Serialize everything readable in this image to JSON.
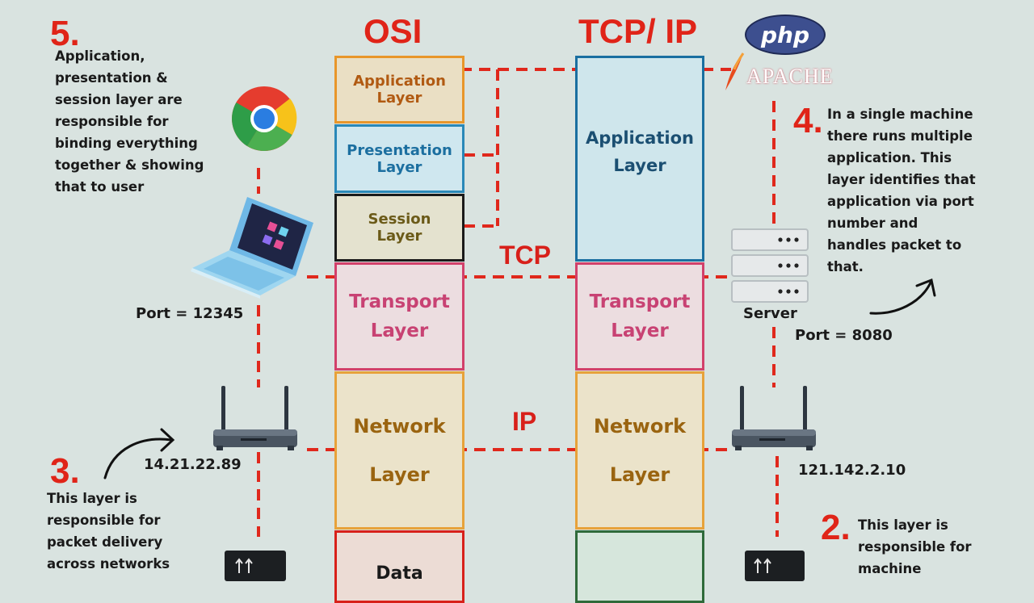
{
  "headings": {
    "osi": "OSI",
    "tcpip": "TCP/ IP"
  },
  "osi_layers": [
    {
      "label": "Application\nLayer",
      "border": "#e8962a",
      "fill": "#eadfc4",
      "text": "#b15a12"
    },
    {
      "label": "Presentation\nLayer",
      "border": "#2a88b8",
      "fill": "#cfe7ef",
      "text": "#1c6fa0"
    },
    {
      "label": "Session\nLayer",
      "border": "#1a1a1a",
      "fill": "#e4e2cf",
      "text": "#6b5a18"
    },
    {
      "label": "Transport\nLayer",
      "border": "#d2406a",
      "fill": "#ecdde0",
      "text": "#c84273"
    },
    {
      "label": "Network\n\nLayer",
      "border": "#e7a23a",
      "fill": "#ebe3ca",
      "text": "#9a6410"
    },
    {
      "label": "Data",
      "border": "#d8201a",
      "fill": "#ecdcd5",
      "text": "#1a1a1a"
    }
  ],
  "tcpip_layers": [
    {
      "label": "Application\nLayer",
      "border": "#1a6fa0",
      "fill": "#cfe6ec",
      "text": "#1b4f72"
    },
    {
      "label": "Transport\nLayer",
      "border": "#d2406a",
      "fill": "#ecdde0",
      "text": "#c84273"
    },
    {
      "label": "Network\n\nLayer",
      "border": "#e7a23a",
      "fill": "#ebe3ca",
      "text": "#9a6410"
    },
    {
      "label": "",
      "border": "#2f6a3a",
      "fill": "#d6e6dc",
      "text": "#1a1a1a"
    }
  ],
  "protocols": {
    "tcp": "TCP",
    "ip": "IP"
  },
  "notes": {
    "n5": {
      "num": "5.",
      "text": "Application,\npresentation &\nsession layer are\nresponsible for\nbinding everything\ntogether & showing\nthat to user"
    },
    "n4": {
      "num": "4.",
      "text": "In a single machine\nthere runs multiple\napplication. This\nlayer identifies that\napplication via port\nnumber and\nhandles packet to\nthat."
    },
    "n3": {
      "num": "3.",
      "text": "This layer is\nresponsible for\npacket delivery\nacross networks"
    },
    "n2": {
      "num": "2.",
      "text": "This layer is\nresponsible for\nmachine"
    }
  },
  "labels": {
    "port_client": "Port = 12345",
    "port_server": "Port = 8080",
    "server": "Server",
    "ip_client": "14.21.22.89",
    "ip_server": "121.142.2.10",
    "php": "php",
    "apache": "APACHE"
  },
  "icons": [
    "chrome-icon",
    "laptop-icon",
    "router-icon",
    "server-icon",
    "php-logo",
    "apache-logo",
    "switch-icon"
  ],
  "colors": {
    "accent_red": "#e02418",
    "background": "#d9e3e0",
    "dashed_line": "#e0281c"
  }
}
